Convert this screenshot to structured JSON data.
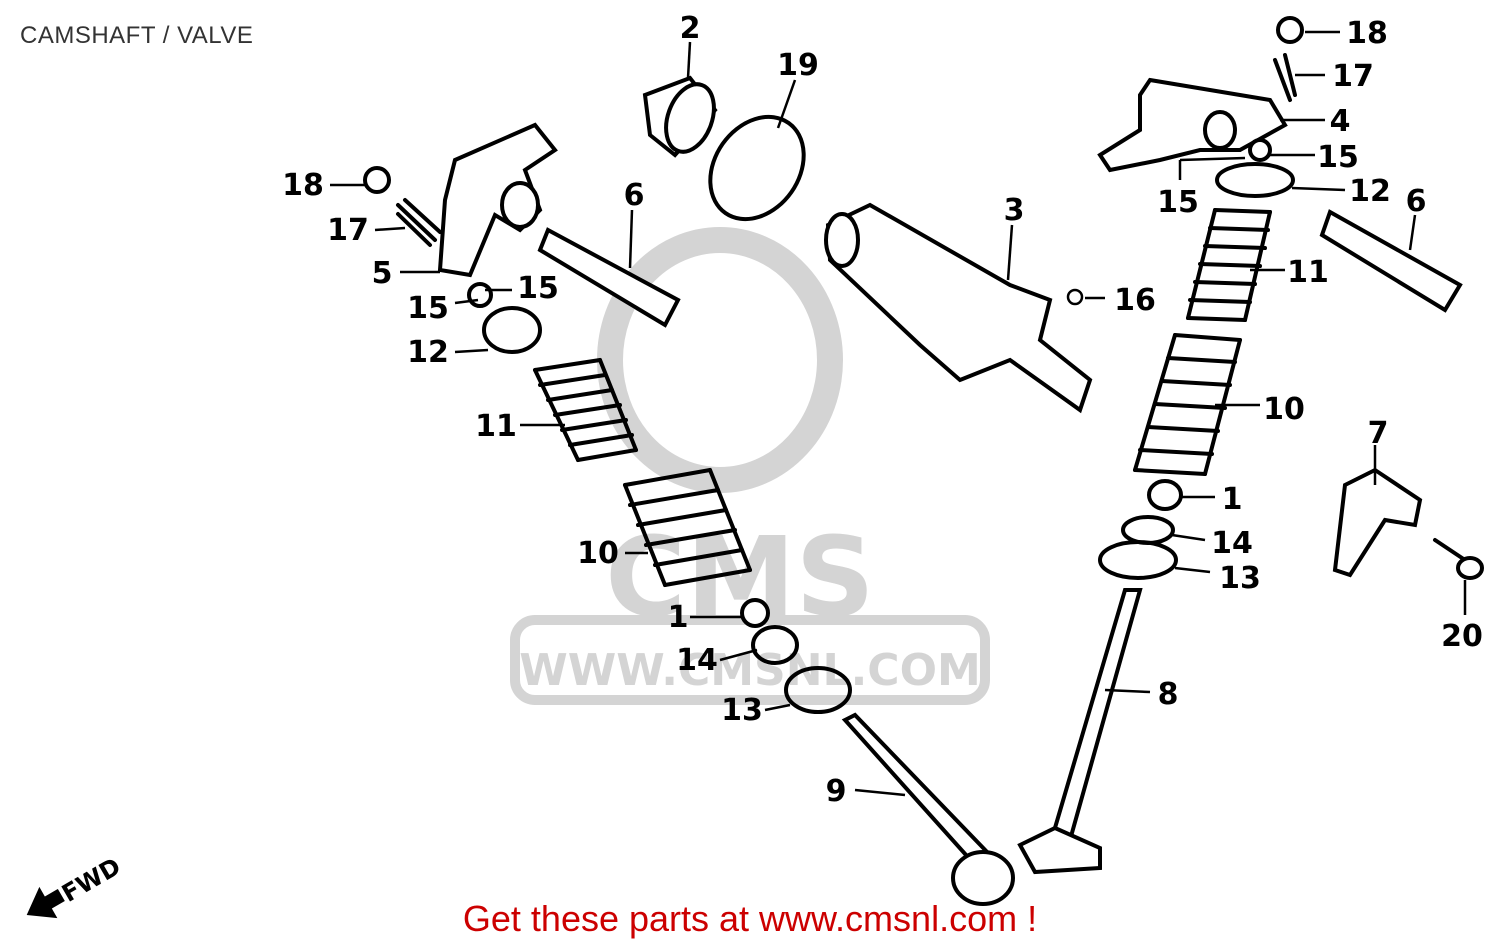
{
  "page": {
    "title": "CAMSHAFT / VALVE",
    "cta": "Get these parts at www.cmsnl.com !"
  },
  "watermark": {
    "logo_text": "CMS",
    "url_text": "WWW.CMSNL.COM"
  },
  "fwd_label": "FWD",
  "callouts": {
    "c2": "2",
    "c19": "19",
    "c18a": "18",
    "c17a": "17",
    "c5": "5",
    "c15a": "15",
    "c15b": "15",
    "c12a": "12",
    "c6a": "6",
    "c11a": "11",
    "c10a": "10",
    "c1a": "1",
    "c14a": "14",
    "c13a": "13",
    "c9": "9",
    "c3": "3",
    "c16": "16",
    "c18b": "18",
    "c17b": "17",
    "c4": "4",
    "c15c": "15",
    "c15d": "15",
    "c12b": "12",
    "c6b": "6",
    "c11b": "11",
    "c10b": "10",
    "c1b": "1",
    "c14b": "14",
    "c13b": "13",
    "c8": "8",
    "c7": "7",
    "c20": "20"
  },
  "colors": {
    "cta": "#cc0000",
    "ink": "#000000",
    "watermark": "#d4d4d4"
  }
}
